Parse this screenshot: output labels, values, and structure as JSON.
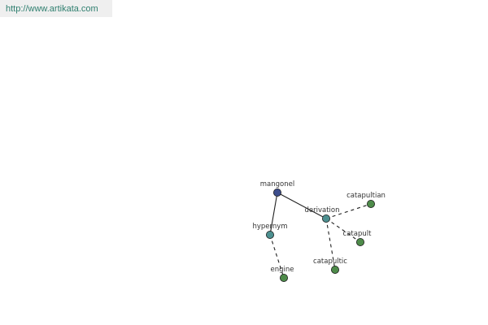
{
  "header": {
    "url": "http://www.artikata.com"
  },
  "colors": {
    "root_node": "#3d4d8c",
    "relation_node": "#4d9090",
    "term_node": "#4e8b4a"
  },
  "graph": {
    "nodes": [
      {
        "id": "mangonel",
        "label": "mangonel",
        "kind": "root"
      },
      {
        "id": "hypernym",
        "label": "hypernym",
        "kind": "relation"
      },
      {
        "id": "derivation",
        "label": "derivation",
        "kind": "relation"
      },
      {
        "id": "engine",
        "label": "engine",
        "kind": "term"
      },
      {
        "id": "catapultian",
        "label": "catapultian",
        "kind": "term"
      },
      {
        "id": "catapult",
        "label": "catapult",
        "kind": "term"
      },
      {
        "id": "catapultic",
        "label": "catapultic",
        "kind": "term"
      }
    ],
    "edges": [
      {
        "from": "mangonel",
        "to": "hypernym",
        "style": "solid"
      },
      {
        "from": "mangonel",
        "to": "derivation",
        "style": "solid"
      },
      {
        "from": "hypernym",
        "to": "engine",
        "style": "dashed"
      },
      {
        "from": "derivation",
        "to": "catapultian",
        "style": "dashed"
      },
      {
        "from": "derivation",
        "to": "catapult",
        "style": "dashed"
      },
      {
        "from": "derivation",
        "to": "catapultic",
        "style": "dashed"
      }
    ]
  }
}
